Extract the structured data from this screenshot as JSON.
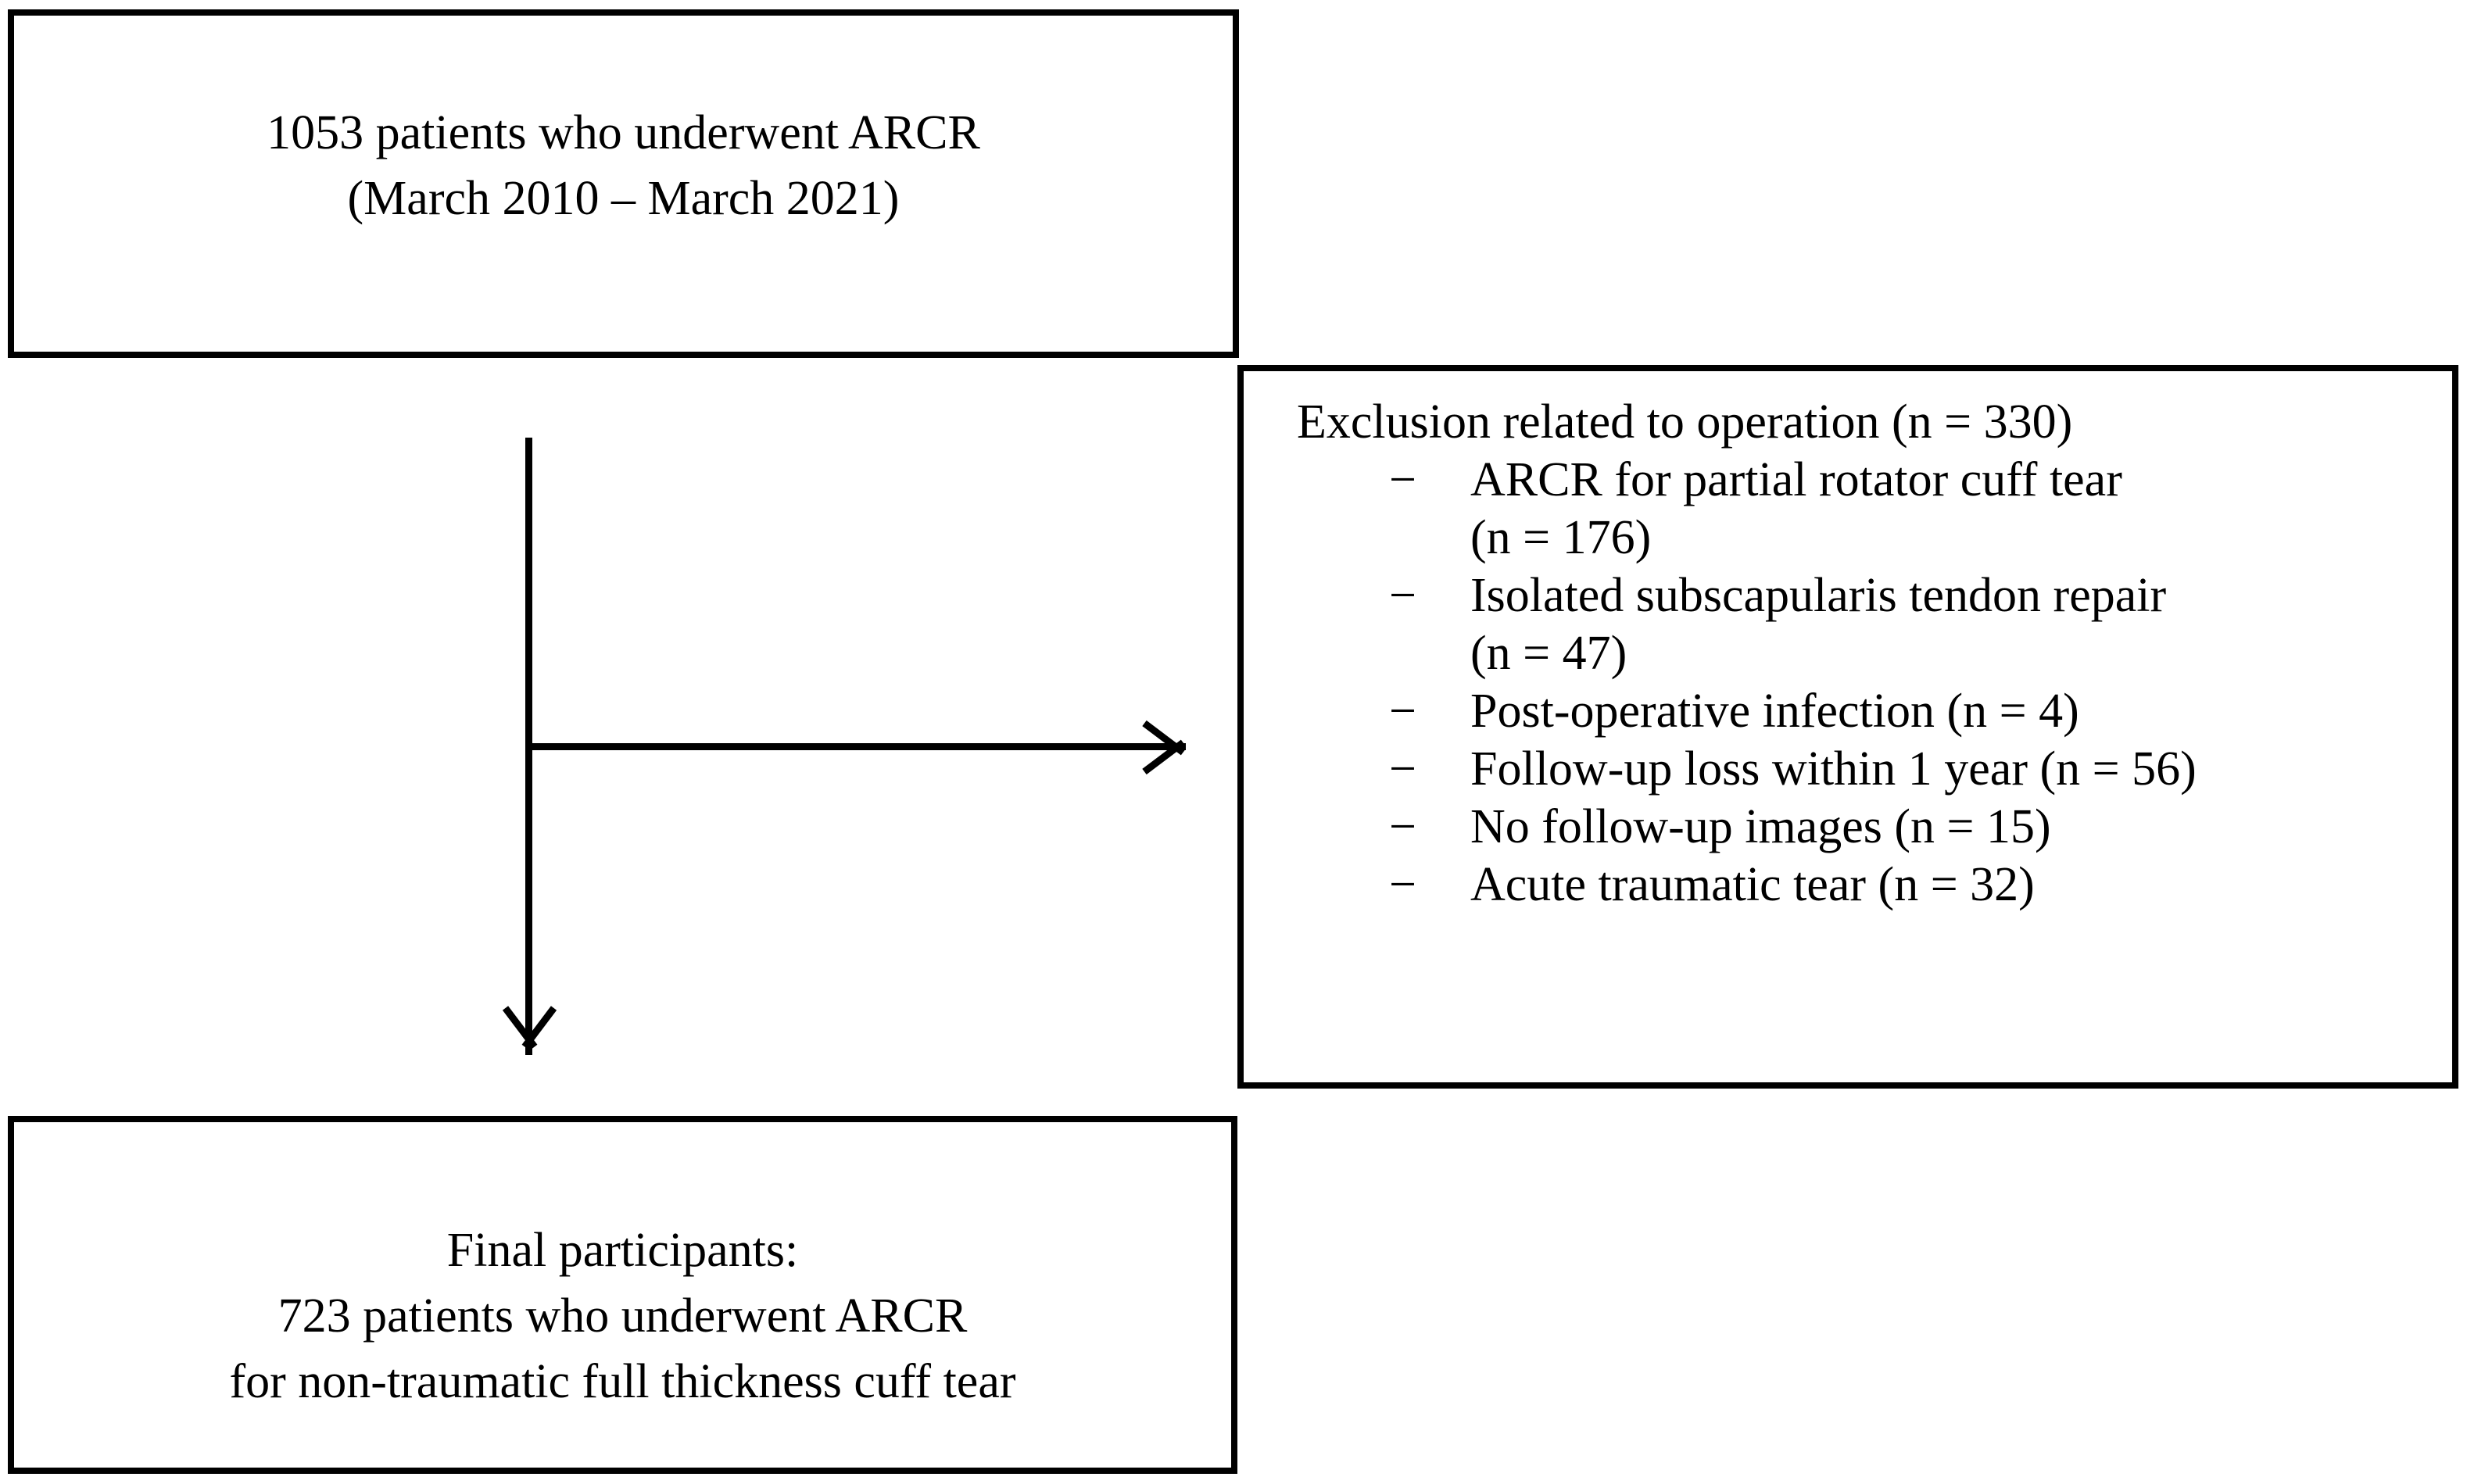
{
  "figure": {
    "type": "flowchart",
    "orientation": "vertical-with-side-branch",
    "background_color": "#ffffff",
    "stroke_color": "#000000"
  },
  "enrollment_box": {
    "lines": [
      "1053 patients who underwent ARCR",
      "(March 2010 – March 2021)"
    ]
  },
  "exclusion_box": {
    "heading": "Exclusion related to operation (n = 330)",
    "dash_glyph": "−",
    "items": [
      {
        "text": "ARCR for partial rotator cuff tear",
        "sub": "(n = 176)"
      },
      {
        "text": "Isolated subscapularis tendon repair",
        "sub": "(n = 47)"
      },
      {
        "text": "Post-operative infection (n = 4)",
        "sub": ""
      },
      {
        "text": "Follow-up loss within 1 year (n = 56)",
        "sub": ""
      },
      {
        "text": "No follow-up images (n = 15)",
        "sub": ""
      },
      {
        "text": "Acute traumatic tear (n = 32)",
        "sub": ""
      }
    ]
  },
  "final_box": {
    "lines": [
      "Final participants:",
      "723 patients who underwent ARCR",
      "for non-traumatic full thickness cuff tear"
    ]
  },
  "connectors": {
    "trunk": "vertical-line",
    "branch": "horizontal-line",
    "arrow_right": "arrow-right-icon",
    "arrow_down": "arrow-down-icon"
  }
}
